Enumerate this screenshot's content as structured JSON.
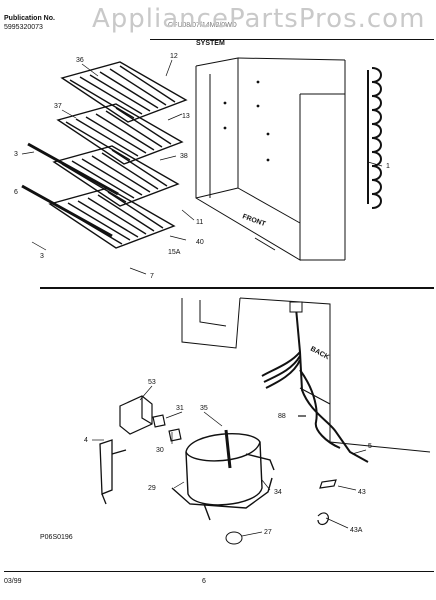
{
  "header": {
    "publication_label": "Publication No.",
    "publication_number": "5995320073",
    "model": "CFU08/07/14M2/0WD",
    "section": "SYSTEM",
    "watermark": "AppliancePartsPros.com"
  },
  "callouts_upper": [
    "36",
    "12",
    "37",
    "13",
    "3",
    "38",
    "6",
    "1",
    "11",
    "FRONT",
    "40",
    "15A",
    "3",
    "7"
  ],
  "callouts_lower": [
    "BACK",
    "53",
    "35",
    "88",
    "31",
    "4",
    "30",
    "5",
    "29",
    "34",
    "43",
    "27",
    "43A"
  ],
  "diagram_code": "P06S0196",
  "footer": {
    "date": "03/99",
    "page": "6"
  }
}
